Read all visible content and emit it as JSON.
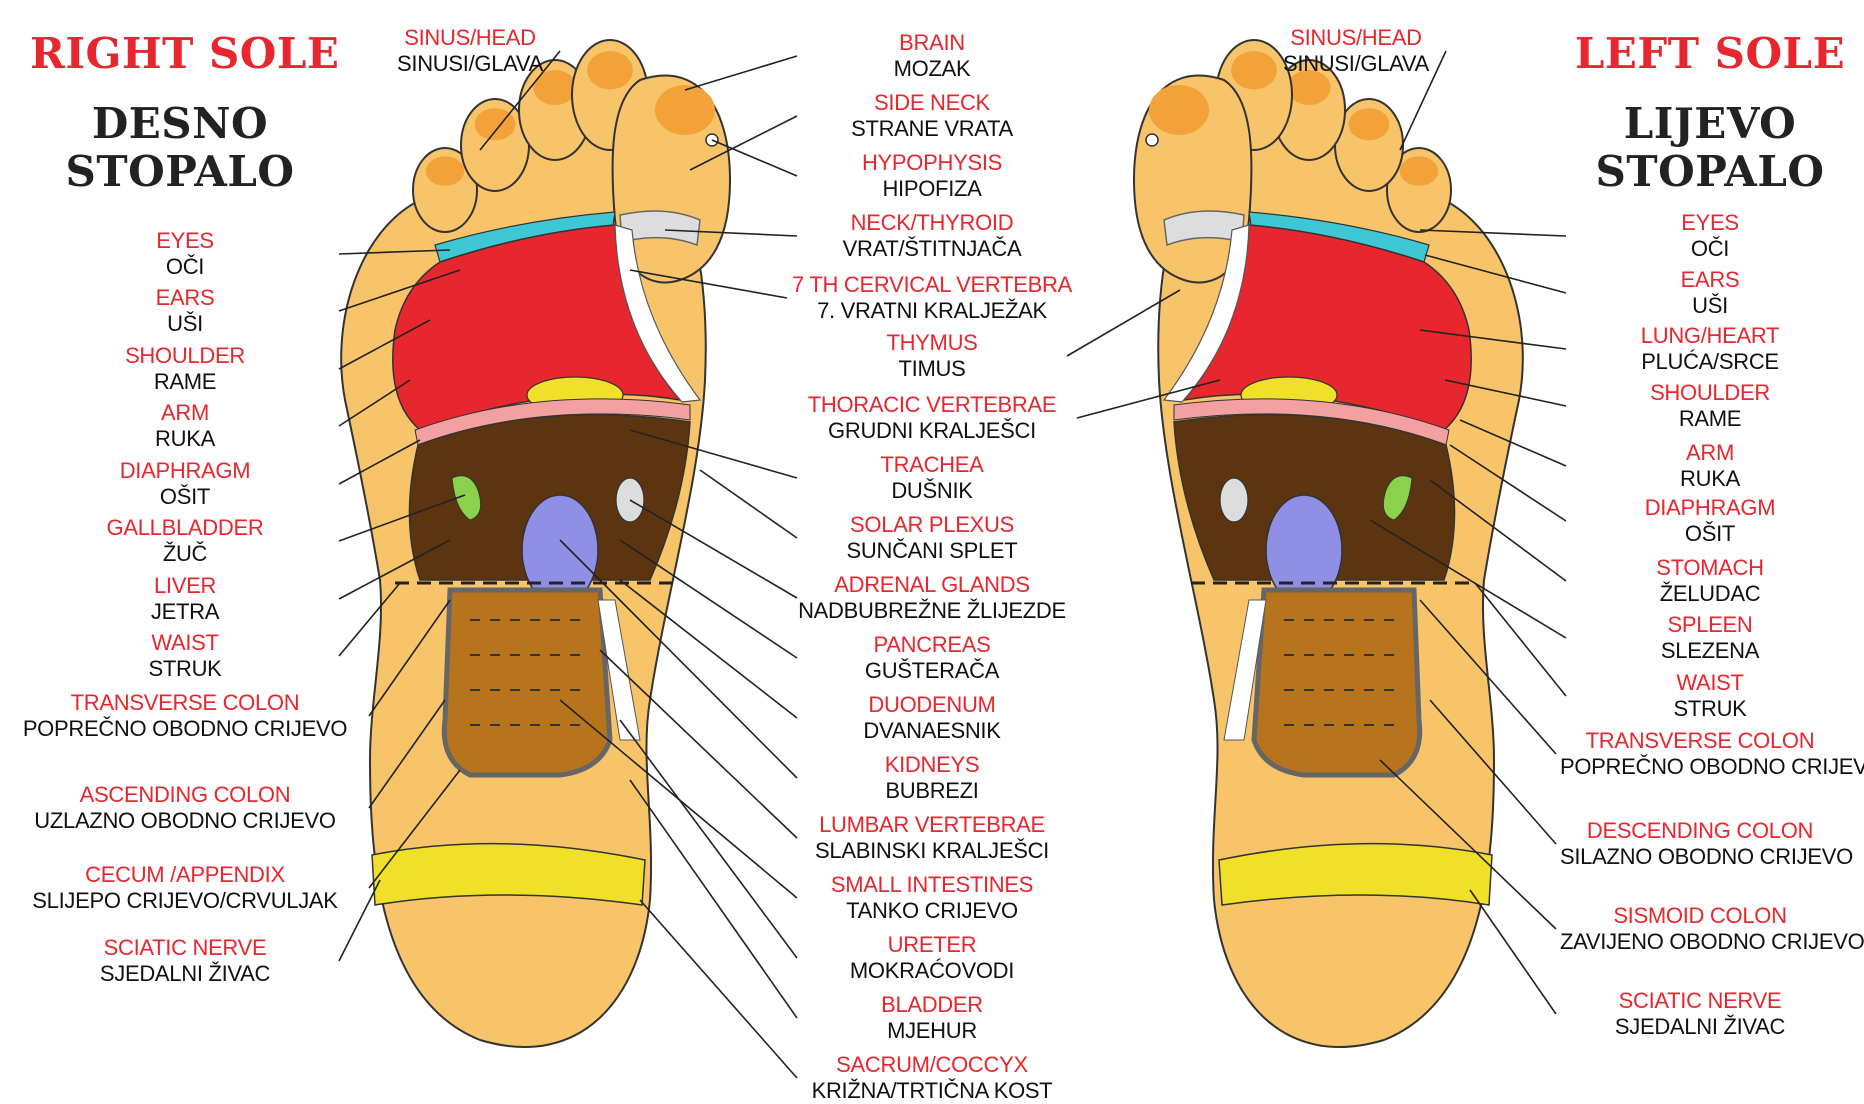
{
  "titles": {
    "right": {
      "en": "RIGHT SOLE",
      "hr": [
        "DESNO",
        "STOPALO"
      ]
    },
    "left": {
      "en": "LEFT SOLE",
      "hr": [
        "LIJEVO",
        "STOPALO"
      ]
    }
  },
  "colors": {
    "label_red": "#e8262e",
    "label_black": "#111111",
    "skin": "#f7c46a",
    "lung_heart": "#e8262e",
    "intestines": "#b8741c",
    "liver": "#5c3410",
    "kidney": "#8f8fe6",
    "band": "#f0e02a",
    "eyes_ears": "#3ec8d6"
  },
  "center_labels": [
    {
      "en": "BRAIN",
      "hr": "MOZAK"
    },
    {
      "en": "SIDE NECK",
      "hr": "STRANE VRATA"
    },
    {
      "en": "HYPOPHYSIS",
      "hr": "HIPOFIZA"
    },
    {
      "en": "NECK/THYROID",
      "hr": "VRAT/ŠTITNJAČA"
    },
    {
      "en": "7 TH CERVICAL VERTEBRA",
      "hr": "7. VRATNI KRALJEŽAK"
    },
    {
      "en": "THYMUS",
      "hr": "TIMUS"
    },
    {
      "en": "THORACIC VERTEBRAE",
      "hr": "GRUDNI KRALJEŠCI"
    },
    {
      "en": "TRACHEA",
      "hr": "DUŠNIK"
    },
    {
      "en": "SOLAR PLEXUS",
      "hr": "SUNČANI SPLET"
    },
    {
      "en": "ADRENAL GLANDS",
      "hr": "NADBUBREŽNE ŽLIJEZDE"
    },
    {
      "en": "PANCREAS",
      "hr": "GUŠTERAČA"
    },
    {
      "en": "DUODENUM",
      "hr": "DVANAESNIK"
    },
    {
      "en": "KIDNEYS",
      "hr": "BUBREZI"
    },
    {
      "en": "LUMBAR VERTEBRAE",
      "hr": "SLABINSKI KRALJEŠCI"
    },
    {
      "en": "SMALL INTESTINES",
      "hr": "TANKO CRIJEVO"
    },
    {
      "en": "URETER",
      "hr": "MOKRAĆOVODI"
    },
    {
      "en": "BLADDER",
      "hr": "MJEHUR"
    },
    {
      "en": "SACRUM/COCCYX",
      "hr": "KRIŽNA/TRTIČNA KOST"
    }
  ],
  "right_sole_labels": [
    {
      "en": "SINUS/HEAD",
      "hr": "SINUSI/GLAVA"
    },
    {
      "en": "EYES",
      "hr": "OČI"
    },
    {
      "en": "EARS",
      "hr": "UŠI"
    },
    {
      "en": "SHOULDER",
      "hr": "RAME"
    },
    {
      "en": "ARM",
      "hr": "RUKA"
    },
    {
      "en": "DIAPHRAGM",
      "hr": "OŠIT"
    },
    {
      "en": "GALLBLADDER",
      "hr": "ŽUČ"
    },
    {
      "en": "LIVER",
      "hr": "JETRA"
    },
    {
      "en": "WAIST",
      "hr": "STRUK"
    },
    {
      "en": "TRANSVERSE COLON",
      "hr": "POPREČNO OBODNO CRIJEVO"
    },
    {
      "en": "ASCENDING COLON",
      "hr": "UZLAZNO OBODNO CRIJEVO"
    },
    {
      "en": "CECUM /APPENDIX",
      "hr": "SLIJEPO CRIJEVO/CRVULJAK"
    },
    {
      "en": "SCIATIC NERVE",
      "hr": "SJEDALNI ŽIVAC"
    }
  ],
  "left_sole_labels": [
    {
      "en": "SINUS/HEAD",
      "hr": "SINUSI/GLAVA"
    },
    {
      "en": "EYES",
      "hr": "OČI"
    },
    {
      "en": "EARS",
      "hr": "UŠI"
    },
    {
      "en": "LUNG/HEART",
      "hr": "PLUĆA/SRCE"
    },
    {
      "en": "SHOULDER",
      "hr": "RAME"
    },
    {
      "en": "ARM",
      "hr": "RUKA"
    },
    {
      "en": "DIAPHRAGM",
      "hr": "OŠIT"
    },
    {
      "en": "STOMACH",
      "hr": "ŽELUDAC"
    },
    {
      "en": "SPLEEN",
      "hr": "SLEZENA"
    },
    {
      "en": "WAIST",
      "hr": "STRUK"
    },
    {
      "en": "TRANSVERSE COLON",
      "hr": "POPREČNO OBODNO CRIJEVO"
    },
    {
      "en": "DESCENDING COLON",
      "hr": "SILAZNO OBODNO CRIJEVO"
    },
    {
      "en": "SISMOID COLON",
      "hr": "ZAVIJENO OBODNO CRIJEVO"
    },
    {
      "en": "SCIATIC NERVE",
      "hr": "SJEDALNI ŽIVAC"
    }
  ]
}
